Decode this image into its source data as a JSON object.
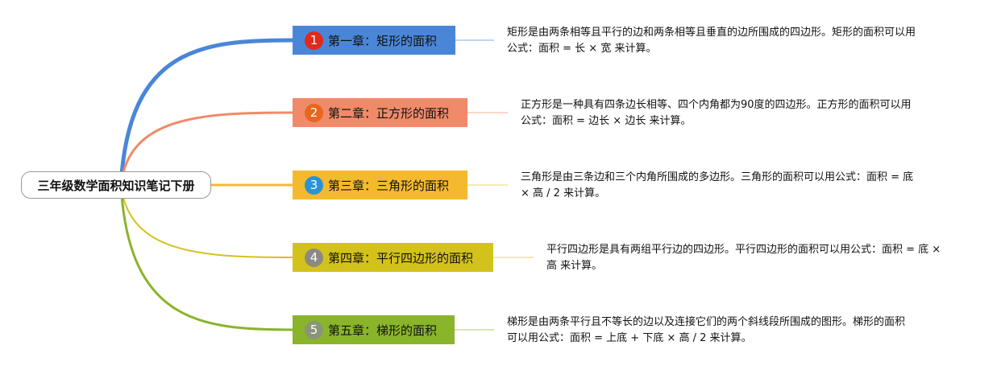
{
  "root": {
    "title": "三年级数学面积知识笔记下册"
  },
  "chapters": [
    {
      "number": "1",
      "title": "第一章：矩形的面积",
      "color": "#4a86d8",
      "badge_color": "#e02a1c",
      "description": "矩形是由两条相等且平行的边和两条相等且垂直的边所围成的四边形。矩形的面积可以用公式：面积 = 长 × 宽 来计算。"
    },
    {
      "number": "2",
      "title": "第二章：正方形的面积",
      "color": "#f08a68",
      "badge_color": "#e8661e",
      "description": "正方形是一种具有四条边长相等、四个内角都为90度的四边形。正方形的面积可以用公式：面积 = 边长 × 边长 来计算。"
    },
    {
      "number": "3",
      "title": "第三章：三角形的面积",
      "color": "#f4b92e",
      "badge_color": "#2a93d5",
      "description": "三角形是由三条边和三个内角所围成的多边形。三角形的面积可以用公式：面积 = 底 × 高 / 2 来计算。"
    },
    {
      "number": "4",
      "title": "第四章：平行四边形的面积",
      "color": "#d4c21c",
      "badge_color": "#8a8a80",
      "description": "平行四边形是具有两组平行边的四边形。平行四边形的面积可以用公式：面积 = 底 × 高 来计算。"
    },
    {
      "number": "5",
      "title": "第五章：梯形的面积",
      "color": "#8ab42a",
      "badge_color": "#8a9478",
      "description": "梯形是由两条平行且不等长的边以及连接它们的两个斜线段所围成的图形。梯形的面积可以用公式：面积 = 上底 + 下底 × 高 / 2 来计算。"
    }
  ]
}
